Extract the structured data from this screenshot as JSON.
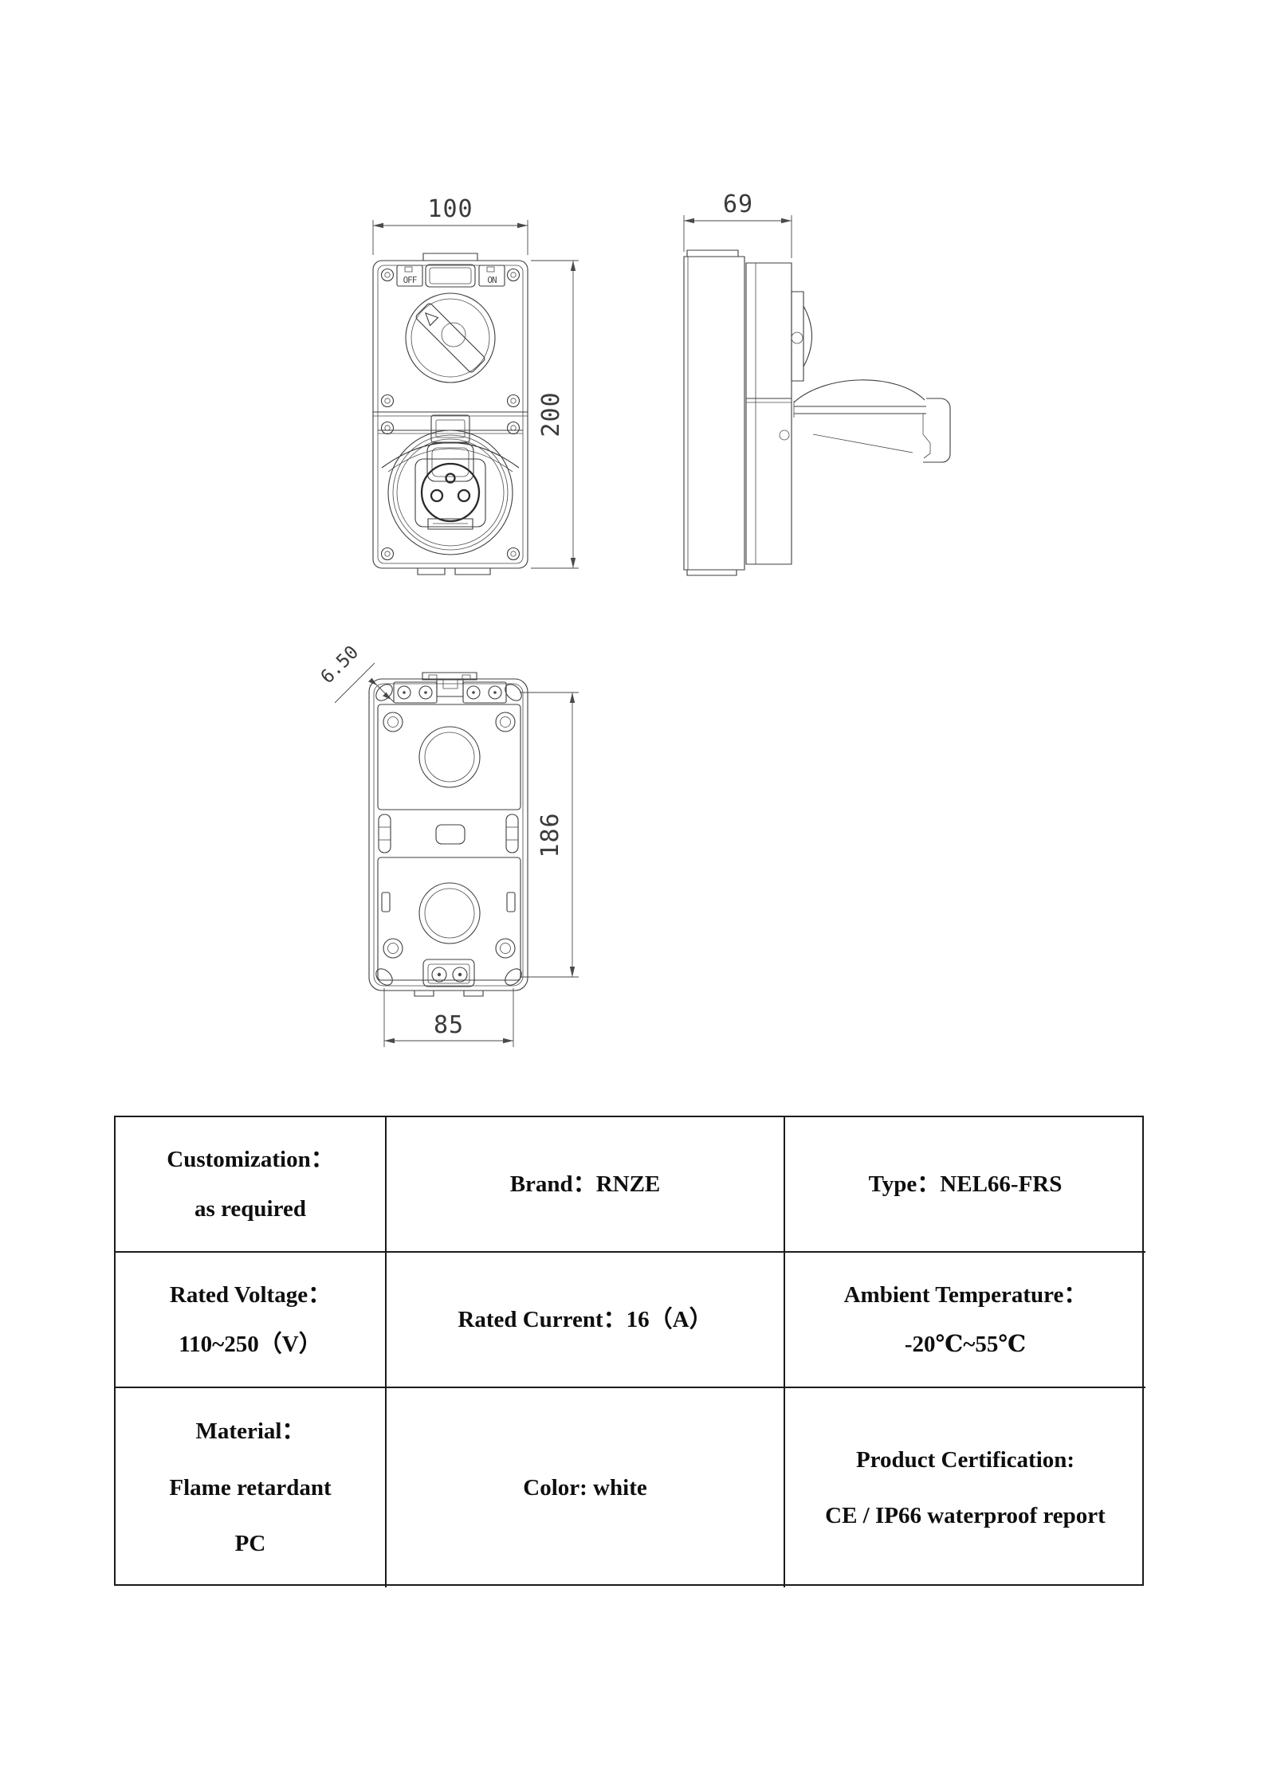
{
  "labels": {
    "front_width": "100",
    "front_height": "200",
    "side_width": "69",
    "rear_hole_dia": "6.50",
    "rear_height": "186",
    "rear_width": "85",
    "switch_off": "OFF",
    "switch_on": "ON"
  },
  "table": {
    "rows": [
      {
        "cells": [
          {
            "lines": [
              "Customization：",
              "as required"
            ]
          },
          {
            "lines": [
              "Brand：RNZE"
            ]
          },
          {
            "lines": [
              "Type：NEL66-FRS"
            ]
          }
        ]
      },
      {
        "cells": [
          {
            "lines": [
              "Rated Voltage：",
              "110~250（V）"
            ]
          },
          {
            "lines": [
              "Rated Current：16（A）"
            ]
          },
          {
            "lines": [
              "Ambient Temperature：",
              "-20℃~55℃"
            ]
          }
        ]
      },
      {
        "cells": [
          {
            "lines": [
              "Material：",
              "Flame retardant",
              "PC"
            ]
          },
          {
            "lines": [
              "Color: white"
            ]
          },
          {
            "lines": [
              "Product Certification:",
              "CE / IP66 waterproof report"
            ]
          }
        ]
      }
    ]
  }
}
